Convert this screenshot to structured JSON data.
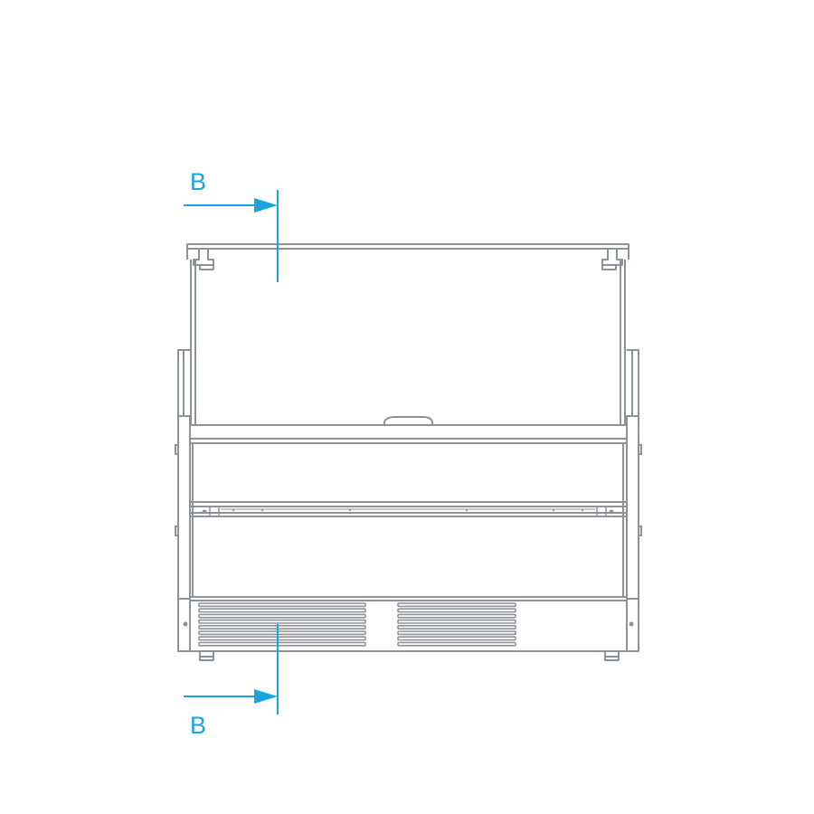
{
  "colors": {
    "outline": "#8e9197",
    "accent": "#1ba3dc",
    "background": "#ffffff"
  },
  "section_marker": {
    "top_label": "B",
    "bottom_label": "B"
  },
  "product": {
    "kind": "display-counter-front-elevation"
  }
}
